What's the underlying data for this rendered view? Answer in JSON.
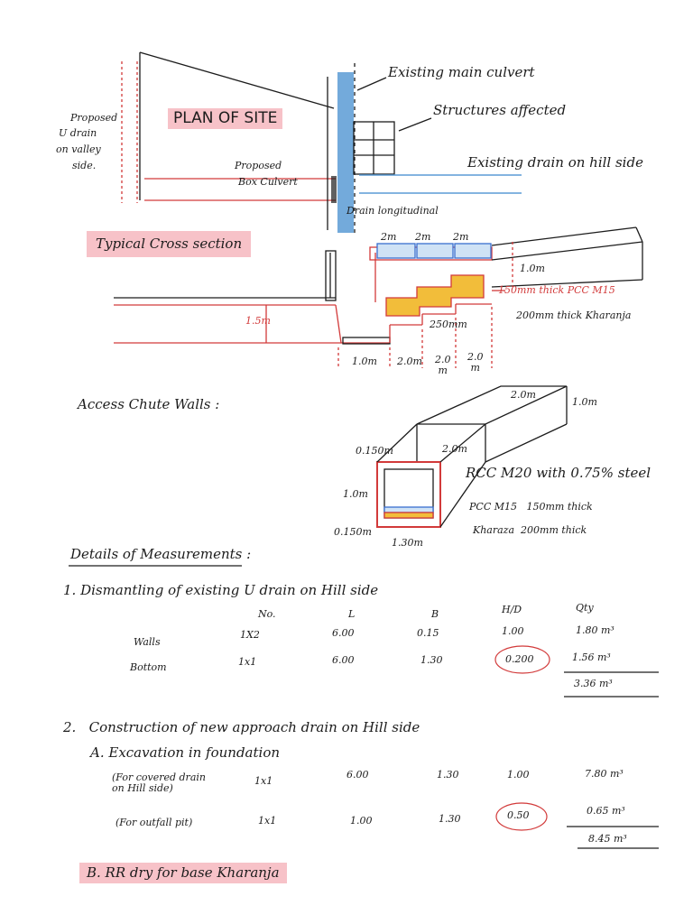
{
  "plan": {
    "title": "PLAN OF SITE",
    "existing_main_culvert": "Existing main culvert",
    "structures_affected": "Structures affected",
    "existing_drain_hill": "Existing drain on hill side",
    "proposed_u_drain": [
      "Proposed",
      "U drain",
      "on valley",
      "side."
    ],
    "proposed_box_culvert": [
      "Proposed",
      "Box Culvert"
    ],
    "drain_longitudinal": "Drain longitudinal"
  },
  "section": {
    "title": "Typical Cross section",
    "top_dims": [
      "2m",
      "2m",
      "2m"
    ],
    "right_height": "1.0m",
    "pcc_note": "150mm thick PCC M15",
    "kharanja_note": "200mm thick Kharanja",
    "mid_dim": "250mm",
    "left_height": "1.5m",
    "bottom_dims": [
      "1.0m",
      "2.0m",
      "2.0\nm",
      "2.0\nm"
    ]
  },
  "chute": {
    "title": "Access Chute Walls :",
    "top_width": "2.0m",
    "top_right": "1.0m",
    "top_thick": "0.150m",
    "inner_width": "2.0m",
    "rcc_note": "RCC M20 with 0.75% steel",
    "height": "1.0m",
    "pcc_note": "PCC M15   150mm thick",
    "kharaza_note": "Kharaza  200mm thick",
    "bottom_thick": "0.150m",
    "bottom_width": "1.30m"
  },
  "details": {
    "heading": "Details of Measurements :",
    "item1": {
      "title": "1.  Dismantling of existing U drain on Hill side",
      "headers": [
        "No.",
        "L",
        "B",
        "H/D",
        "Qty"
      ],
      "rows": [
        {
          "name": "Walls",
          "no": "1X2",
          "l": "6.00",
          "b": "0.15",
          "h": "1.00",
          "qty": "1.80 m³"
        },
        {
          "name": "Bottom",
          "no": "1x1",
          "l": "6.00",
          "b": "1.30",
          "h": "0.200",
          "qty": "1.56 m³"
        }
      ],
      "total": "3.36 m³"
    },
    "item2": {
      "title": "2.   Construction of new approach drain on Hill side",
      "sub_a": "A. Excavation in foundation",
      "rows": [
        {
          "name": "(For covered drain\n on Hill side)",
          "no": "1x1",
          "l": "6.00",
          "b": "1.30",
          "h": "1.00",
          "qty": "7.80 m³"
        },
        {
          "name": "(For outfall pit)",
          "no": "1x1",
          "l": "1.00",
          "b": "1.30",
          "h": "0.50",
          "qty": "0.65 m³"
        }
      ],
      "total": "8.45 m³",
      "sub_b": "B. RR dry for base Kharanja"
    }
  }
}
